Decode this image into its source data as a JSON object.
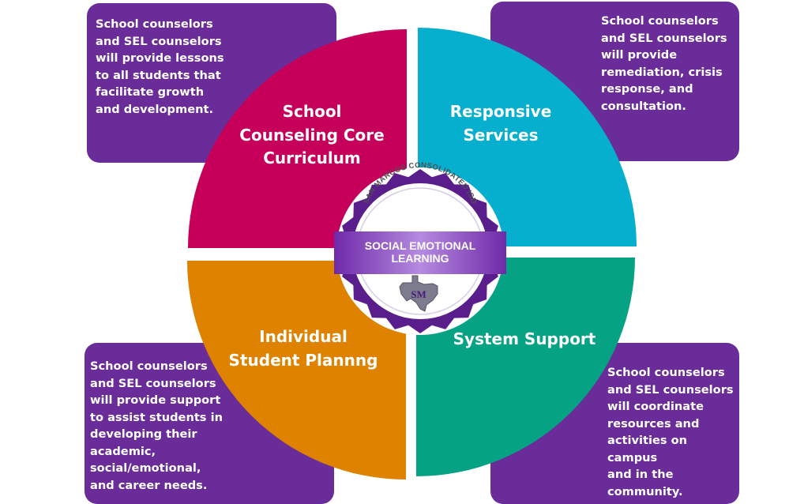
{
  "quadrants": {
    "top_left": {
      "title_lines": [
        "School",
        "Counseling Core",
        "Curriculum"
      ],
      "color": "#c6005a"
    },
    "top_right": {
      "title_lines": [
        "Responsive",
        "Services"
      ],
      "color": "#05afcd"
    },
    "bottom_left": {
      "title_lines": [
        "Individual",
        "Student Plannng"
      ],
      "color": "#de8200"
    },
    "bottom_right": {
      "title_lines": [
        "System Support"
      ],
      "color": "#06a284"
    }
  },
  "boxes": {
    "top_left": "School counselors\nand SEL counselors\nwill provide lessons\nto all students that\nfacilitate growth\nand development.",
    "top_right": "School counselors\nand SEL counselors\nwill provide\nremediation, crisis\nresponse, and\nconsultation.",
    "bottom_left": "School counselors\nand SEL counselors\nwill provide support\nto assist students in\ndeveloping their\nacademic,\nsocial/emotional,\nand career needs.",
    "bottom_right": "School counselors\nand SEL counselors\nwill coordinate\nresources and\nactivities on campus\nand in the\ncommunity."
  },
  "seal": {
    "arc_text": "SAN MARCOS CONSOLIDATED ISD",
    "band_line1": "SOCIAL EMOTIONAL",
    "band_line2": "LEARNING",
    "logo_text": "SM",
    "colors": {
      "ring": "#5a1e8c",
      "band": "#8a4fc4",
      "box": "#6a2c98"
    }
  }
}
